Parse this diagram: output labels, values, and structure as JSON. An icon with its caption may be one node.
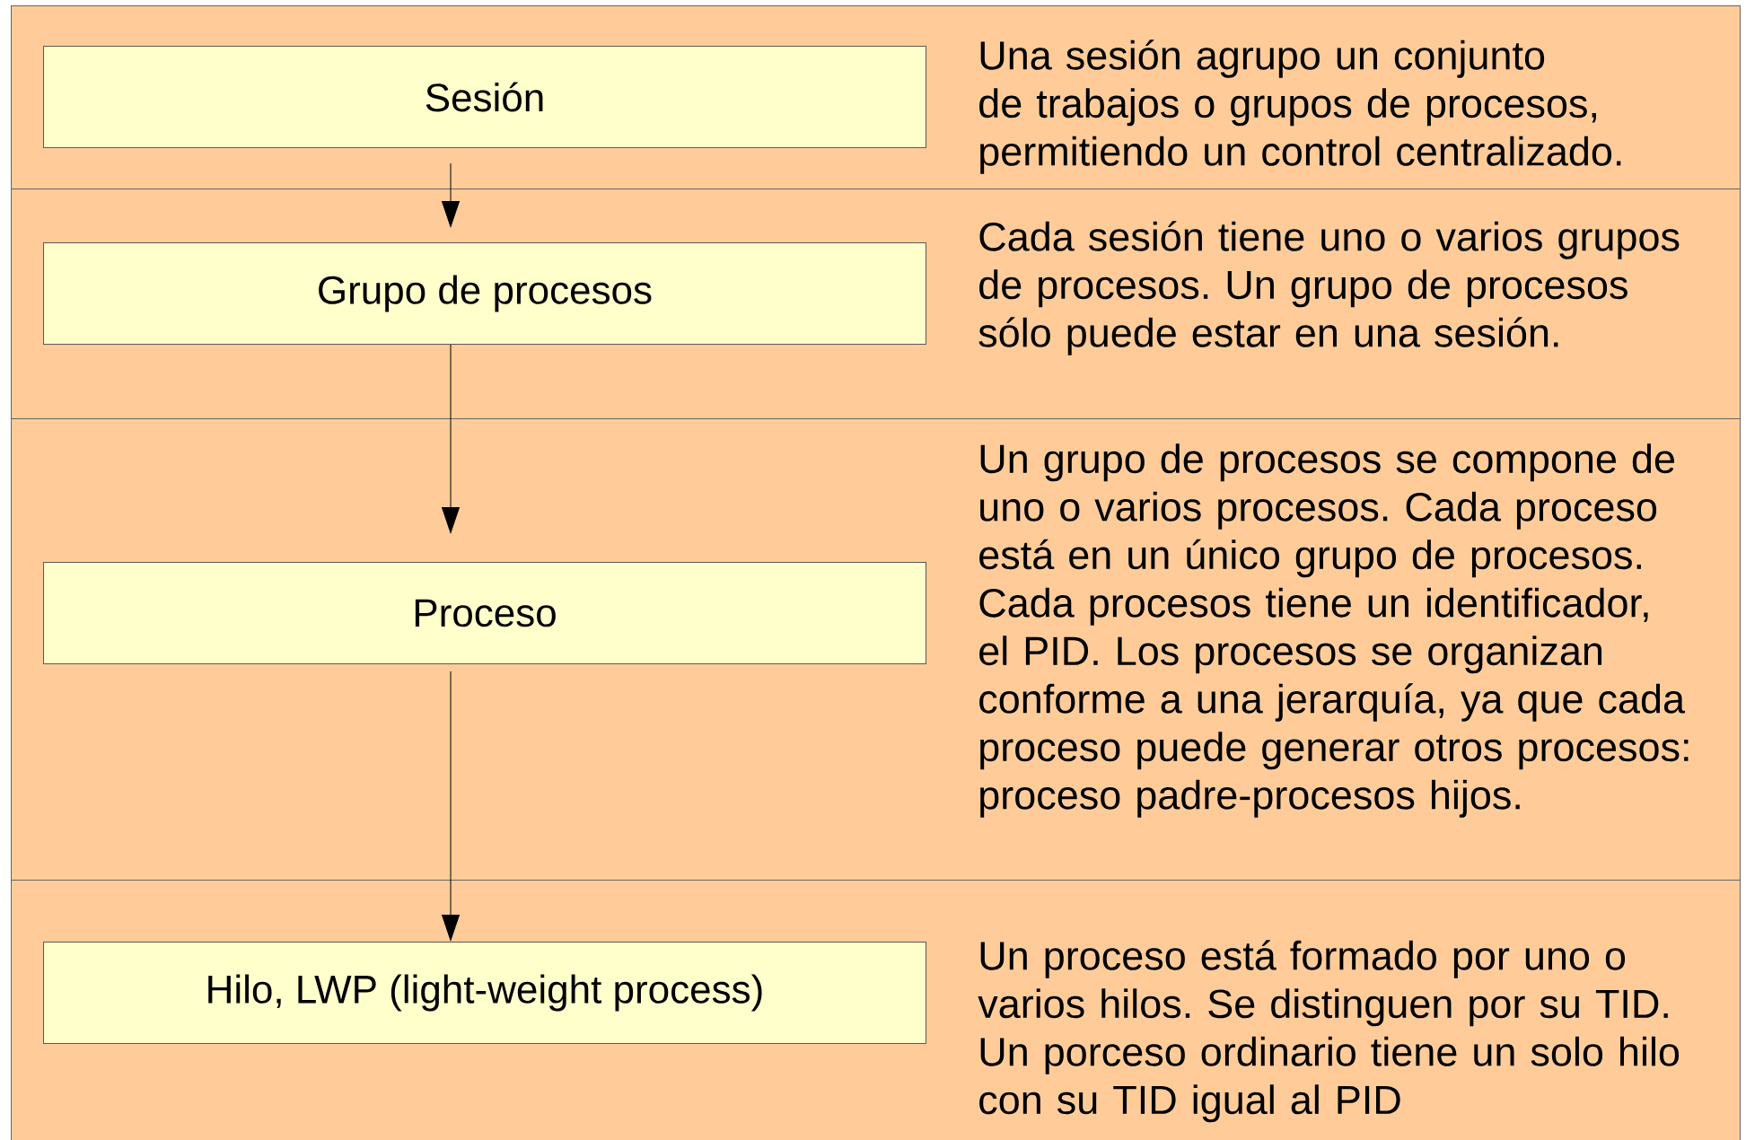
{
  "diagram": {
    "nodes": [
      {
        "text": [
          "Una sesión agrupo un conjunto de trabajos o grupos de procesos, permitiendo un control centralizado."
        ]
      },
      {
        "text": [
          "Sesión"
        ],
        "in": 0
      },
      {
        "text": [
          "Cada sesión tiene uno o varios grupos de procesos. Un grupo de procesos sólo puede estar en una sesión."
        ]
      },
      {
        "text": [
          "Grupo de procesos"
        ],
        "in": 2
      },
      {
        "text": [
          "Un grupo de procesos se compone de uno o varios procesos. Cada proceso está en un único grupo de procesos. Cada procesos tiene un identificador, el PID. Los procesos se organizan conforme a una jerarquía, ya que cada proceso puede generar otros procesos: proceso padre-procesos hijos."
        ]
      },
      {
        "text": [
          "Proceso"
        ],
        "in": 4
      },
      {
        "text": [
          "Un proceso está formado por uno o varios hilos. Se distinguen por su TID. Un porceso ordinario tiene un solo hilo con su TID igual al PID"
        ]
      },
      {
        "text": [
          "Hilo, LWP (light-weight process)"
        ],
        "in": 6
      }
    ],
    "edges": [
      {
        "from": 1,
        "to": 3,
        "arrow": "to"
      },
      {
        "from": 3,
        "to": 5,
        "arrow": "to"
      },
      {
        "from": 5,
        "to": 7,
        "arrow": "to"
      }
    ]
  }
}
